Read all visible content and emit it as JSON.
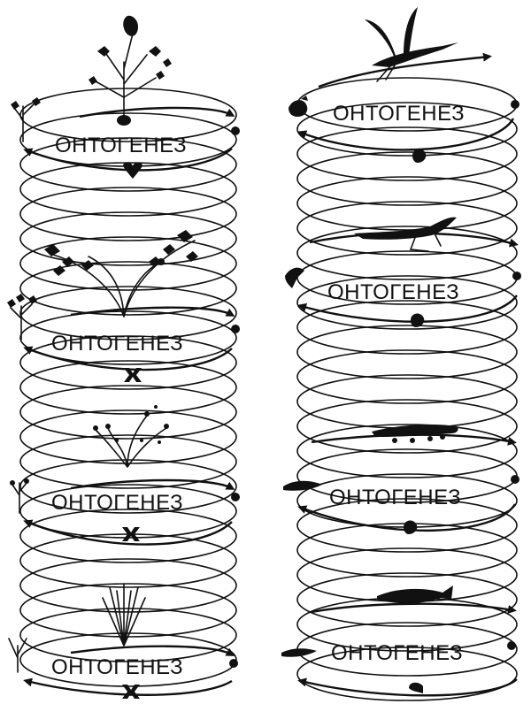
{
  "diagram": {
    "left_column": {
      "kind": "plants",
      "turns": [
        {
          "label": "ОНТОГЕНЕЗ",
          "organism_icon": "flowering-plant-icon",
          "offspring_icon": "seedling-icon",
          "zygote_icon": "heart-zygote-icon"
        },
        {
          "label": "ОНТОГЕНЕЗ",
          "organism_icon": "fern-plant-icon",
          "offspring_icon": "sprout-icon",
          "zygote_icon": "x-zygote-icon"
        },
        {
          "label": "ОНТОГЕНЕЗ",
          "organism_icon": "moss-plant-icon",
          "offspring_icon": "sprout-icon",
          "zygote_icon": "x-zygote-icon"
        },
        {
          "label": "ОНТОГЕНЕЗ",
          "organism_icon": "algae-plant-icon",
          "offspring_icon": "twig-icon",
          "zygote_icon": "x-zygote-icon"
        }
      ]
    },
    "right_column": {
      "kind": "animals",
      "turns": [
        {
          "label": "ОНТОГЕНЕЗ",
          "organism_icon": "bird-icon",
          "offspring_icon": "chick-icon",
          "zygote_icon": "egg-zygote-icon"
        },
        {
          "label": "ОНТОГЕНЕЗ",
          "organism_icon": "reptile-icon",
          "offspring_icon": "hatchling-icon",
          "zygote_icon": "egg-zygote-icon"
        },
        {
          "label": "ОНТОГЕНЕЗ",
          "organism_icon": "amphibian-icon",
          "offspring_icon": "tadpole-icon",
          "zygote_icon": "egg-zygote-icon"
        },
        {
          "label": "ОНТОГЕНЕЗ",
          "organism_icon": "fish-icon",
          "offspring_icon": "fry-icon",
          "zygote_icon": "egg-zygote-icon"
        }
      ]
    },
    "colors": {
      "ink": "#111111",
      "background": "#ffffff"
    }
  }
}
